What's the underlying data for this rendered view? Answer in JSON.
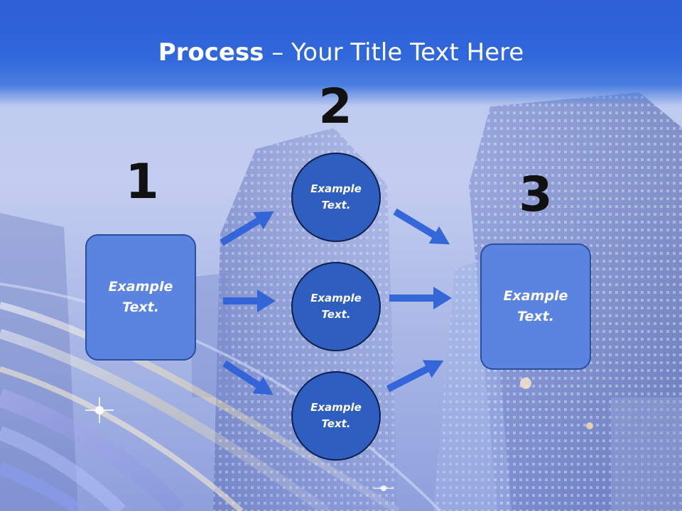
{
  "title": {
    "bold": "Process",
    "rest": " – Your Title Text Here"
  },
  "steps": [
    {
      "number": "1",
      "label": "Example\nText."
    },
    {
      "number": "2",
      "label": "Example\nText."
    },
    {
      "number": "3",
      "label": "Example\nText."
    }
  ],
  "middle_circles": [
    {
      "label": "Example\nText."
    },
    {
      "label": "Example\nText."
    },
    {
      "label": "Example\nText."
    }
  ],
  "colors": {
    "title_bar": "#3068db",
    "box_fill": "#5b84e0",
    "circle_fill": "#2e5ebf",
    "arrow_fill": "#2f63d8",
    "number_text": "#111111"
  }
}
